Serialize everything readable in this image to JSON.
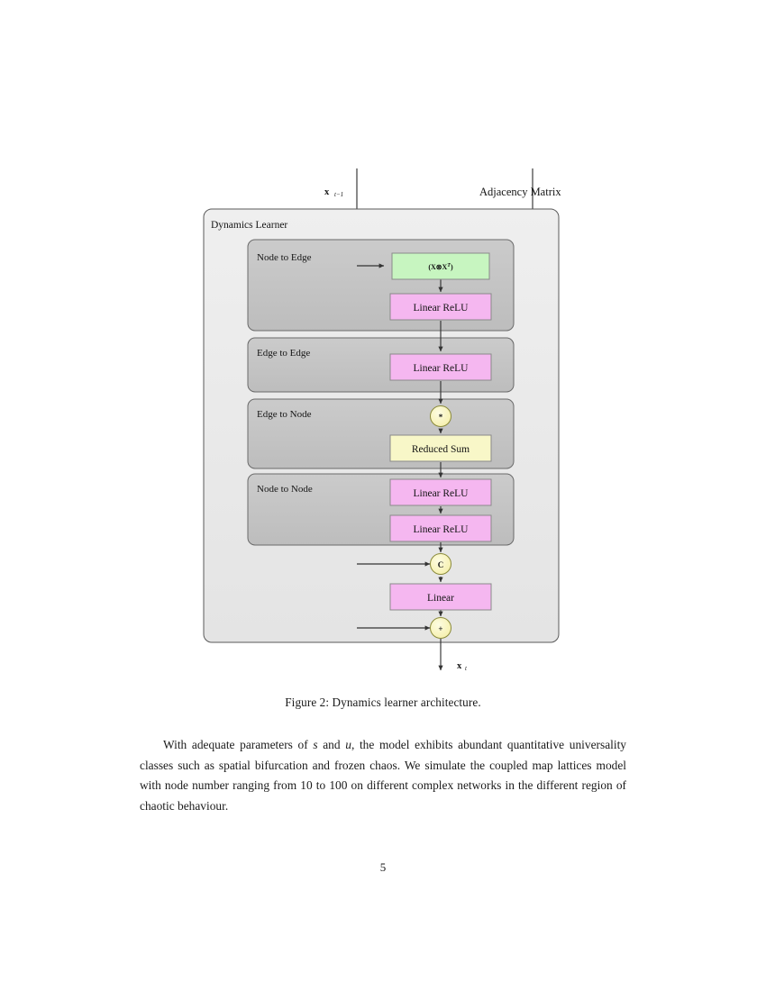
{
  "page": {
    "number": "5",
    "caption": "Figure 2: Dynamics learner architecture.",
    "body_paragraph": "With adequate parameters of s and u, the model exhibits abundant quantitative universality classes such as spatial bifurcation and frozen chaos. We simulate the coupled map lattices model with node number ranging from 10 to 100 on different complex networks in the different region of chaotic behaviour.",
    "body_parts": {
      "p1": "With adequate parameters of ",
      "v1": "s",
      "p2": " and ",
      "v2": "u",
      "p3": ", the model exhibits abundant quantitative universality classes such as spatial bifurcation and frozen chaos. We simulate the coupled map lattices model with node number ranging from 10 to 100 on different complex networks in the different region of chaotic behaviour."
    }
  },
  "figure": {
    "input_label": "x",
    "input_label_sub": "t−1",
    "output_label": "x",
    "output_label_sub": "t",
    "adjacency_label": "Adjacency Matrix",
    "outer_title": "Dynamics Learner",
    "groups": [
      {
        "title": "Node to Edge"
      },
      {
        "title": "Edge to Edge"
      },
      {
        "title": "Edge to Node"
      },
      {
        "title": "Node to Node"
      }
    ],
    "blocks": [
      {
        "label": "(X⊗X",
        "label_sup": "T",
        "label_tail": ")",
        "kind": "green"
      },
      {
        "label": "Linear ReLU",
        "kind": "pink"
      },
      {
        "label": "Linear ReLU",
        "kind": "pink"
      },
      {
        "label": "Reduced Sum",
        "kind": "yellow"
      },
      {
        "label": "Linear ReLU",
        "kind": "pink"
      },
      {
        "label": "Linear ReLU",
        "kind": "pink"
      },
      {
        "label": "Linear",
        "kind": "pink"
      }
    ],
    "operators": [
      {
        "symbol": "*",
        "name": "multiply"
      },
      {
        "symbol": "C",
        "name": "concat"
      },
      {
        "symbol": "+",
        "name": "add"
      }
    ],
    "colors": {
      "green": "#c7f5c0",
      "pink": "#f5b7f0",
      "yellow": "#f8f7c8",
      "operator": "#f8f3b8",
      "outer_panel": "#eaeaea",
      "group_panel": "#c3c3c3",
      "stroke": "#4d4d4d",
      "line": "#333333"
    }
  }
}
